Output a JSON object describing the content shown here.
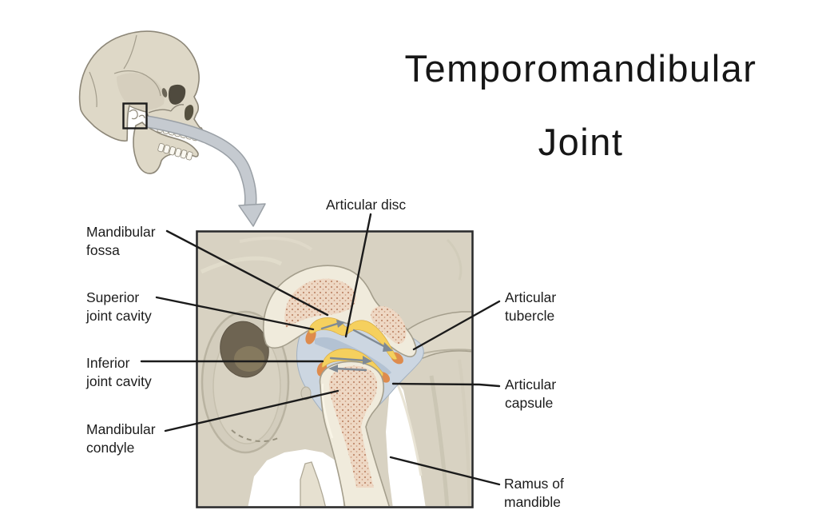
{
  "title": {
    "line1": "Temporomandibular",
    "line2": "Joint"
  },
  "diagram": {
    "labels": {
      "articular_disc": "Articular disc",
      "mandibular_fossa": "Mandibular\nfossa",
      "superior_joint_cavity": "Superior\njoint cavity",
      "inferior_joint_cavity": "Inferior\njoint cavity",
      "mandibular_condyle": "Mandibular\ncondyle",
      "articular_tubercle": "Articular\ntubercle",
      "articular_capsule": "Articular\ncapsule",
      "ramus_of_mandible": "Ramus of\nmandible"
    }
  },
  "colors": {
    "background": "#ffffff",
    "bone": "#d8d2c2",
    "bone_light": "#f0ebdc",
    "bone_outline": "#a49e8c",
    "spongy_bone": "#eed8c4",
    "spongy_dots": "#c08a6c",
    "joint_cavity_yellow": "#f5d05e",
    "articular_disc_blue": "#b3c2d3",
    "capsule_blue": "#ccd6e1",
    "capsule_orange": "#de8b4d",
    "ear_canal": "#6e6452",
    "label_text": "#1c1c1c",
    "leader_line": "#1b1b1b",
    "zoom_arrow_gray": "#c5cad0"
  }
}
